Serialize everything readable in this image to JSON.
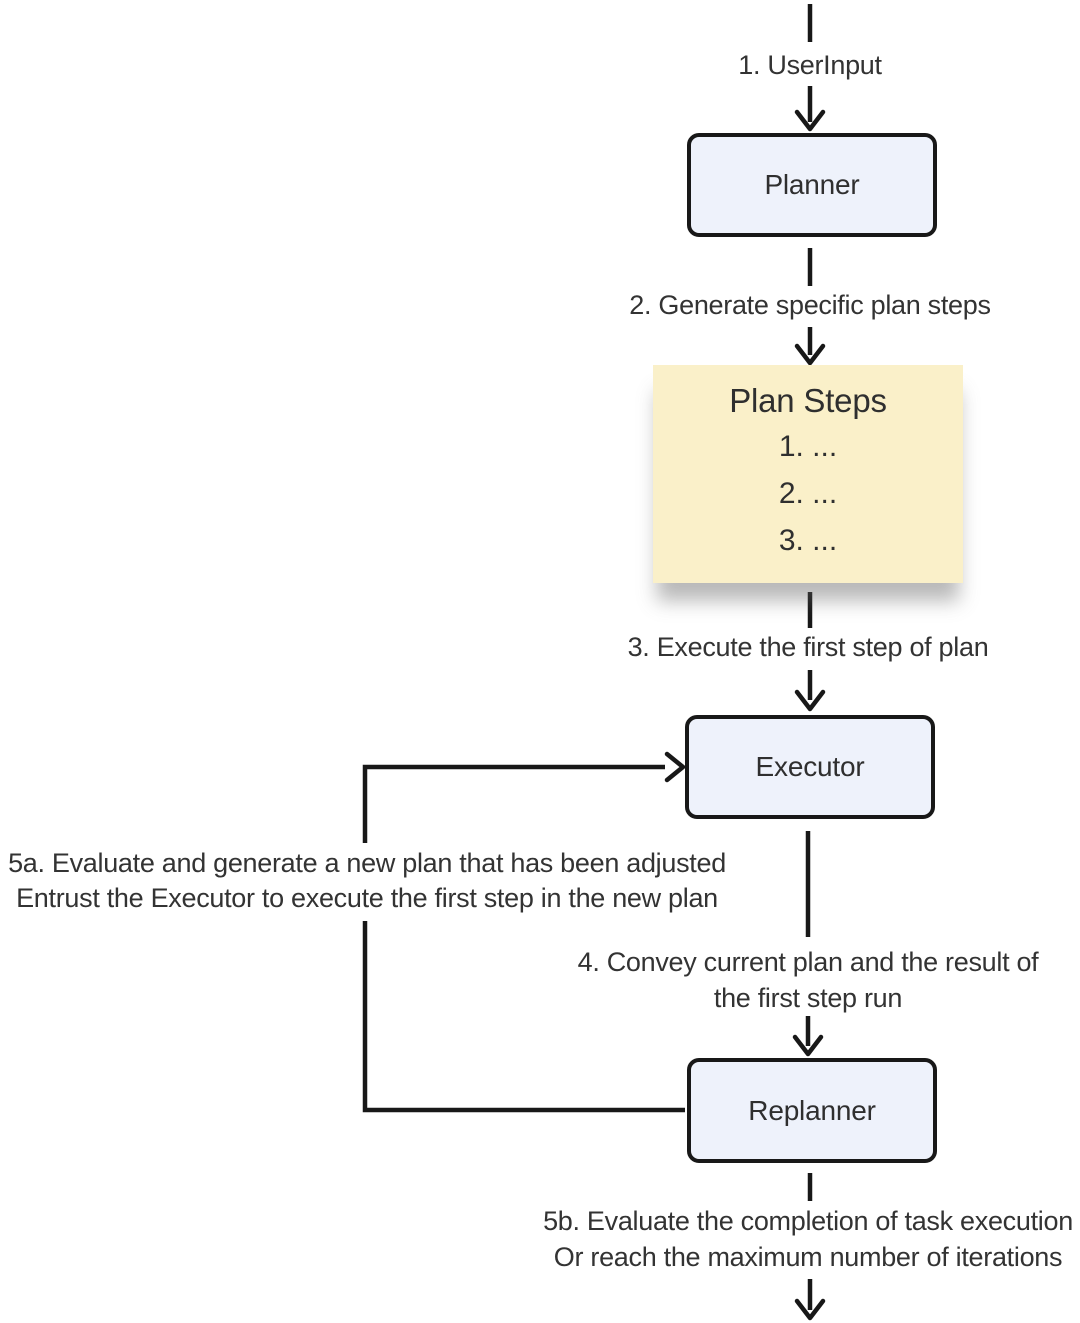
{
  "nodes": {
    "planner": {
      "label": "Planner",
      "fill": "#eef2fb"
    },
    "plan_steps": {
      "title": "Plan Steps",
      "items": [
        "1. ...",
        "2. ...",
        "3. ..."
      ],
      "fill": "#faf0c9"
    },
    "executor": {
      "label": "Executor",
      "fill": "#eef2fb"
    },
    "replanner": {
      "label": "Replanner",
      "fill": "#eef2fb"
    }
  },
  "labels": {
    "step1": "1. UserInput",
    "step2": "2. Generate specific plan steps",
    "step3": "3. Execute the first step of plan",
    "step4": [
      "4. Convey current plan and the result of",
      "the first step run"
    ],
    "step5a": [
      "5a. Evaluate and generate a new plan that has been adjusted",
      "Entrust the Executor to execute the first step in the new plan"
    ],
    "step5b": [
      "5b. Evaluate the completion of task execution",
      "Or reach the maximum number of iterations"
    ]
  },
  "colors": {
    "background": "#ffffff",
    "node_fill": "#eef2fb",
    "node_border": "#181818",
    "plan_steps_fill": "#faf0c9",
    "line": "#181818",
    "text": "#333333"
  }
}
